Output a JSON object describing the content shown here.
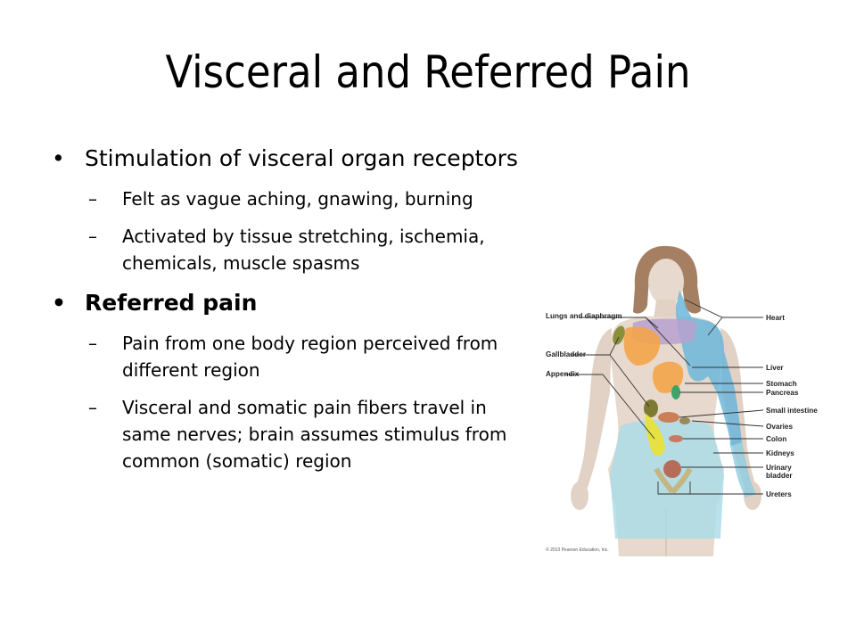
{
  "slide": {
    "title": "Visceral and Referred Pain",
    "bullets": [
      {
        "text": "Stimulation of visceral organ receptors",
        "subitems": [
          "Felt as vague aching, gnawing, burning",
          "Activated by tissue stretching, ischemia, chemicals, muscle spasms"
        ]
      },
      {
        "text": "Referred pain",
        "subitems": [
          "Pain from one body region perceived from different region",
          "Visceral and somatic pain fibers travel in same nerves; brain assumes stimulus from common (somatic) region"
        ]
      }
    ],
    "bullet_glyph": "•",
    "dash_glyph": "–"
  },
  "figure": {
    "labels": {
      "lungs": "Lungs and diaphragm",
      "gallbladder": "Gallbladder",
      "appendix": "Appendix",
      "heart": "Heart",
      "liver": "Liver",
      "stomach": "Stomach",
      "pancreas": "Pancreas",
      "small_intestine": "Small intestine",
      "ovaries": "Ovaries",
      "colon": "Colon",
      "kidneys": "Kidneys",
      "urinary_bladder": "Urinary bladder",
      "ureters": "Ureters"
    },
    "copyright": "© 2013 Pearson Education, Inc.",
    "colors": {
      "heart_liver_zone": "#6cb6d9",
      "lungs_zone": "#b9a0d0",
      "liver_zone": "#f4a44a",
      "gallbladder_zone": "#8a8f3a",
      "appendix_zone": "#e8e23a",
      "pancreas_zone": "#3da36a",
      "kidney_zone": "#a9dbe8",
      "skin": "#e7d9cd"
    }
  }
}
